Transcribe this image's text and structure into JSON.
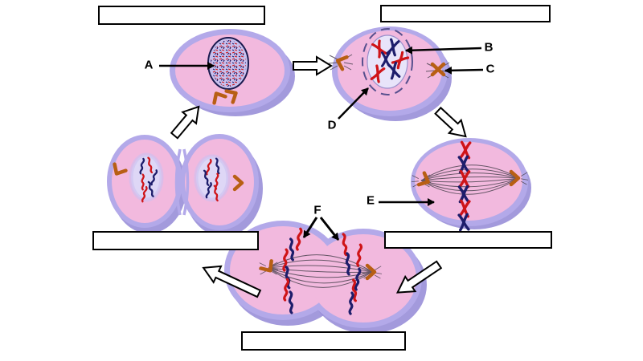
{
  "labels": {
    "a": "A",
    "b": "B",
    "c": "C",
    "d": "D",
    "e": "E",
    "f": "F"
  },
  "answer_boxes": {
    "top_left": {
      "value": ""
    },
    "top_right": {
      "value": ""
    },
    "middle_right": {
      "value": ""
    },
    "middle_left": {
      "value": ""
    },
    "bottom": {
      "value": ""
    }
  },
  "colors": {
    "cytoplasm-pink": "#f2b9de",
    "membrane-lavender": "#b3a9e9",
    "shadow-purple": "#9388d6",
    "nucleoplasm": "#c9c1ee",
    "nucleus-outline": "#1a1a4e",
    "chromosome-red": "#cf1418",
    "chromosome-blue": "#1d1d6b",
    "centriole-orange": "#b85f14",
    "spindle-gray": "#4c4450",
    "label-black": "#000000"
  }
}
